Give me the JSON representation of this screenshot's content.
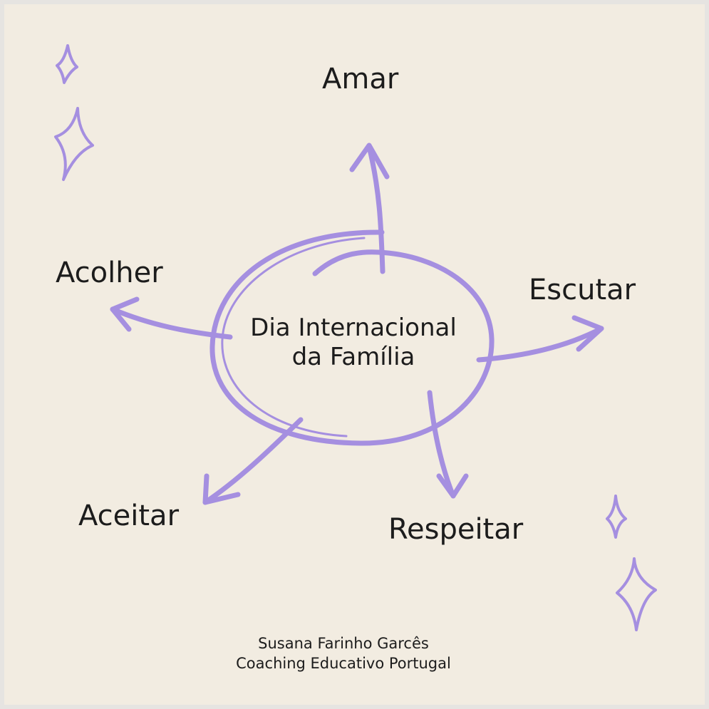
{
  "colors": {
    "background": "#f2ece1",
    "accent": "#a58fe0",
    "text": "#1c1c1c"
  },
  "center": {
    "line1": "Dia Internacional",
    "line2": "da Família"
  },
  "values": {
    "top": "Amar",
    "left": "Acolher",
    "right": "Escutar",
    "bottom_left": "Aceitar",
    "bottom_right": "Respeitar"
  },
  "credit": {
    "name": "Susana Farinho Garcês",
    "organization": "Coaching Educativo Portugal"
  },
  "icons": [
    "sparkle-icon",
    "arrow-icon"
  ]
}
